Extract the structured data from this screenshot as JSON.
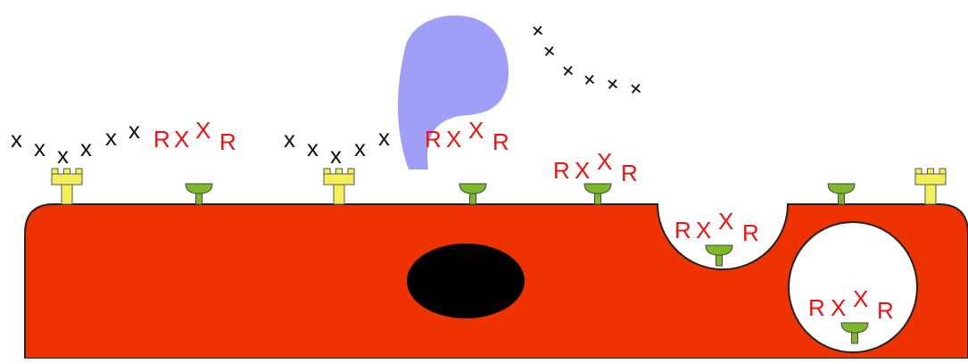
{
  "colors": {
    "cell": "#ee3300",
    "cell_stroke": "#222222",
    "nucleus": "#000000",
    "enzyme": "#9f9ff8",
    "receptor_green": "#7cba2a",
    "receptor_yellow": "#f3ef58",
    "black_chain_text": "#111111",
    "red_chain_text": "#ee1111",
    "vesicle": "#ffffff"
  },
  "labels": {
    "x": "X",
    "r": "R",
    "small_x": "x"
  },
  "glyphs": {
    "diagonal_x": "+"
  }
}
